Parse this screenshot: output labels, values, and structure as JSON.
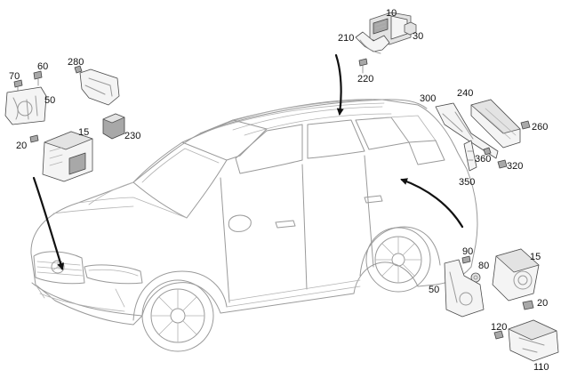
{
  "diagram": {
    "labels": {
      "n10": "10",
      "n30": "30",
      "n210": "210",
      "n220": "220",
      "n70": "70",
      "n60": "60",
      "n280": "280",
      "n50a": "50",
      "n230": "230",
      "n15a": "15",
      "n20a": "20",
      "n300": "300",
      "n240": "240",
      "n260": "260",
      "n360": "360",
      "n320": "320",
      "n350": "350",
      "n90": "90",
      "n80": "80",
      "n15b": "15",
      "n50b": "50",
      "n20b": "20",
      "n120": "120",
      "n110": "110"
    },
    "colors": {
      "vehicle_outline": "#9a9a9a",
      "part_fill": "#e3e3e3",
      "part_stroke": "#4a4a4a",
      "arrow": "#111111"
    }
  }
}
